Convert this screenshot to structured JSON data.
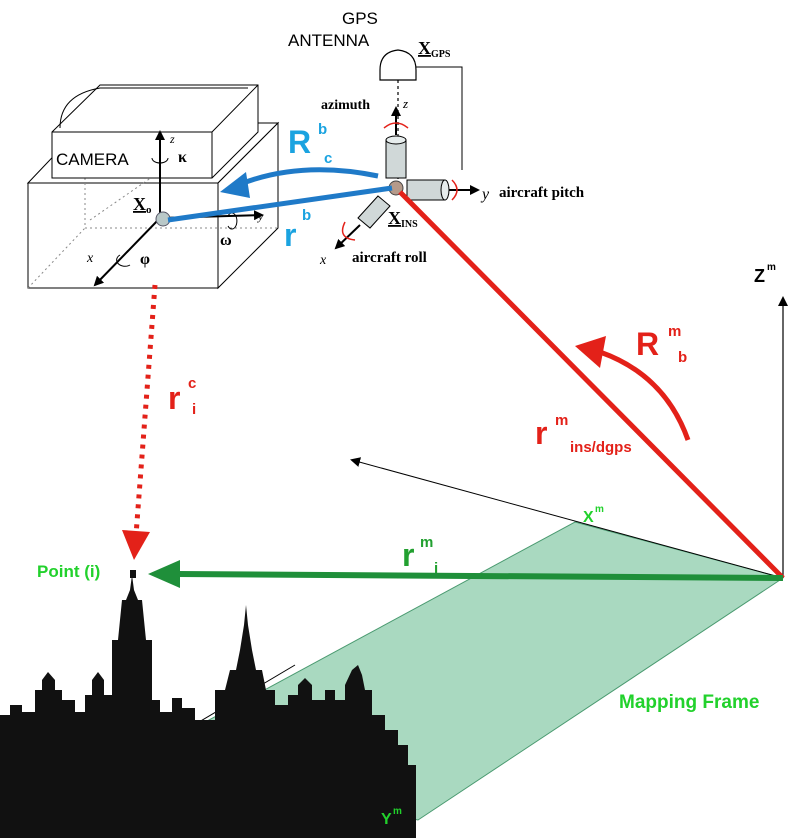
{
  "labels": {
    "gps_line1": "GPS",
    "gps_line2": "ANTENNA",
    "x_gps_main": "X",
    "x_gps_sub": "GPS",
    "azimuth": "azimuth",
    "z_ins": "z",
    "y_ins": "y",
    "aircraft_pitch": "aircraft pitch",
    "x_ins_main": "X",
    "x_ins_sub": "INS",
    "x_axis_ins": "x",
    "aircraft_roll": "aircraft roll",
    "camera": "CAMERA",
    "z_cam": "z",
    "kappa": "κ",
    "x_o_main": "X",
    "x_o_sub": "o",
    "y_cam": "y",
    "omega": "ω",
    "x_cam": "x",
    "phi": "φ",
    "R_b_c_main": "R",
    "R_b_c_sup": "b",
    "R_b_c_sub": "c",
    "r_b_main": "r",
    "r_b_sup": "b",
    "R_m_b_main": "R",
    "R_m_b_sup": "m",
    "R_m_b_sub": "b",
    "r_m_ins_main": "r",
    "r_m_ins_sup": "m",
    "r_m_ins_sub": "ins/dgps",
    "r_c_i_main": "r",
    "r_c_i_sup": "c",
    "r_c_i_sub": "i",
    "Z_m_main": "Z",
    "Z_m_sup": "m",
    "X_m_main": "X",
    "X_m_sup": "m",
    "Y_m_main": "Y",
    "Y_m_sup": "m",
    "r_m_i_main": "r",
    "r_m_i_sup": "m",
    "r_m_i_sub": "i",
    "point_i": "Point (i)",
    "mapping_frame": "Mapping Frame"
  },
  "colors": {
    "red": "#e32119",
    "blue": "#1f7ac8",
    "cyan": "#1aa3e0",
    "green": "#1f8f3a",
    "label_green": "#22d12c",
    "plane_fill": "#a9d9c0",
    "silhouette": "#111111",
    "black": "#000000"
  }
}
